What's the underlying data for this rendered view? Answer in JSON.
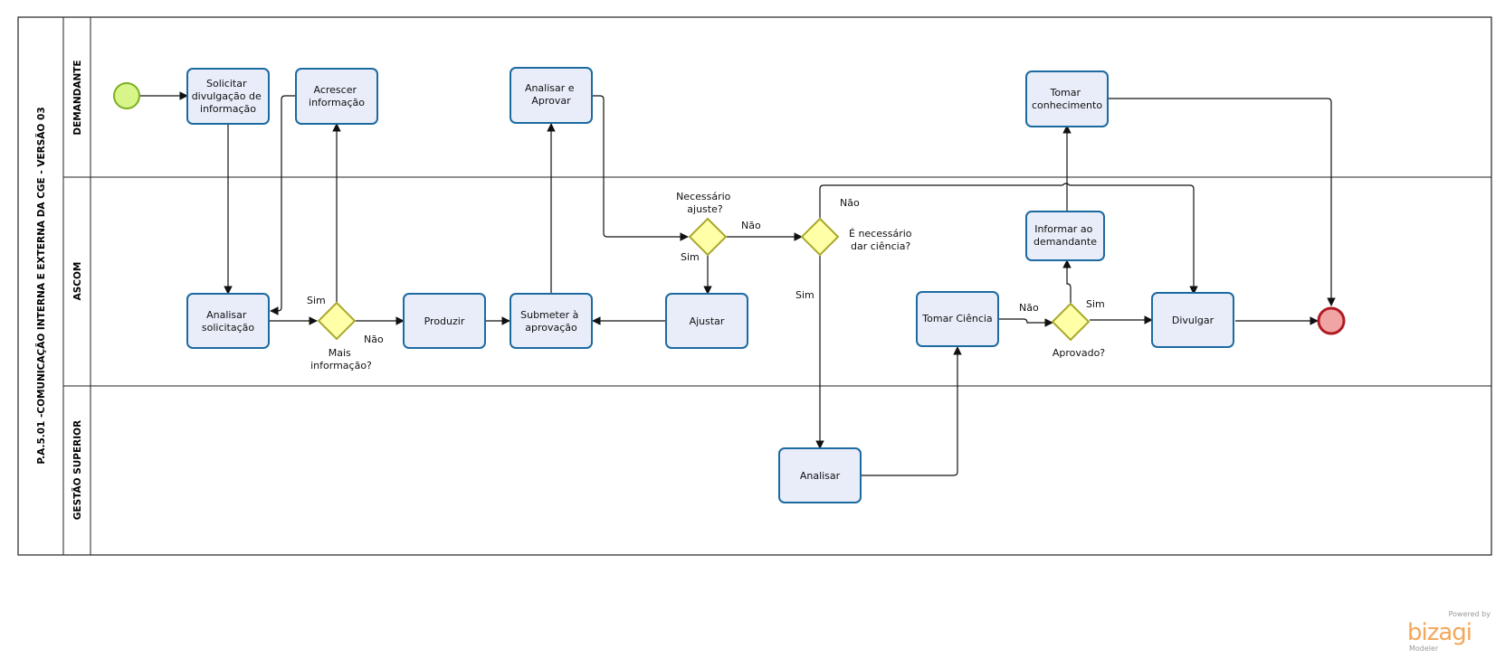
{
  "pool": {
    "title": "P.A.5.01 -COMUNICAÇÃO INTERNA E EXTERNA DA CGE - VERSÃO 03",
    "lanes": [
      "DEMANDANTE",
      "ASCOM",
      "GESTÃO SUPERIOR"
    ]
  },
  "tasks": {
    "solicitar": [
      "Solicitar",
      "divulgação de",
      "informação"
    ],
    "acrescer": [
      "Acrescer",
      "informação"
    ],
    "analisar_aprovar": [
      "Analisar e",
      "Aprovar"
    ],
    "tomar_conhecimento": [
      "Tomar",
      "conhecimento"
    ],
    "analisar_solicitacao": [
      "Analisar",
      "solicitação"
    ],
    "produzir": [
      "Produzir"
    ],
    "submeter": [
      "Submeter à",
      "aprovação"
    ],
    "ajustar": [
      "Ajustar"
    ],
    "informar": [
      "Informar ao",
      "demandante"
    ],
    "tomar_ciencia": [
      "Tomar Ciência"
    ],
    "divulgar": [
      "Divulgar"
    ],
    "analisar": [
      "Analisar"
    ]
  },
  "gateways": {
    "mais_informacao": [
      "Mais",
      "informação?"
    ],
    "necessario_ajuste": [
      "Necessário",
      "ajuste?"
    ],
    "dar_ciencia": [
      "É necessário",
      "dar ciência?"
    ],
    "aprovado": [
      "Aprovado?"
    ]
  },
  "flow_labels": {
    "sim_mais": "Sim",
    "nao_mais": "Não",
    "sim_ajuste": "Sim",
    "nao_ajuste": "Não",
    "sim_ciencia": "Sim",
    "nao_ciencia": "Não",
    "sim_aprovado": "Sim",
    "nao_aprovado": "Não"
  },
  "logo": {
    "powered_by": "Powered by",
    "brand": "bizagi",
    "product": "Modeler"
  },
  "colors": {
    "task_fill": "#e8edf9",
    "task_stroke": "#1c6aa0",
    "gateway_fill": "#ffffa8",
    "start_fill": "#d8f58a",
    "end_fill": "#f0a4a4",
    "brand": "#f3a75a"
  }
}
